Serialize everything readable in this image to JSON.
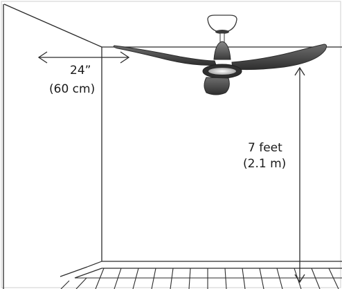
{
  "clearance_from_wall": {
    "imperial": "24”",
    "metric": "(60 cm)"
  },
  "height_from_floor": {
    "imperial": "7 feet",
    "metric": "(2.1 m)"
  },
  "colors": {
    "line": "#2b2b2b",
    "fan_body": "#3a3a3a",
    "fan_glow": "#e8e8e8",
    "border": "#cfcfcf"
  }
}
